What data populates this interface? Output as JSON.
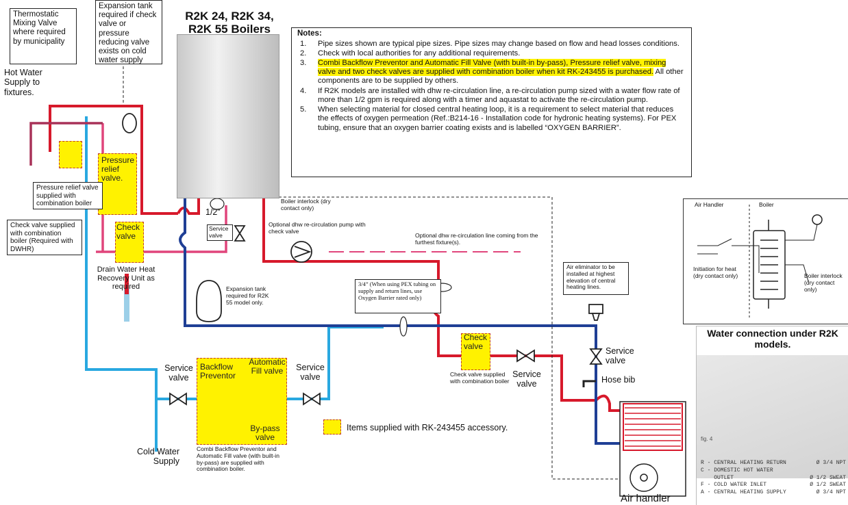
{
  "title": {
    "line1": "R2K 24, R2K 34,",
    "line2": "R2K 55 Boilers"
  },
  "notes": {
    "heading": "Notes:",
    "items": [
      {
        "num": "1.",
        "text": "Pipe sizes shown are typical pipe sizes.  Pipe sizes may change based on flow and head losses conditions."
      },
      {
        "num": "2.",
        "text": "Check with local authorities for any additional requirements."
      },
      {
        "num": "3.",
        "highlight": "Combi Backflow Preventor and Automatic Fill Valve (with built-in by-pass), Pressure relief valve, mixing valve and two check valves are supplied with combination boiler when kit RK-243455 is purchased.",
        "text": "  All other components are to be supplied by others."
      },
      {
        "num": "4.",
        "text": "If R2K models are installed with dhw re-circulation line, a re-circulation pump sized with a water flow rate of more than 1/2 gpm is required along with a timer and aquastat to activate the re-circulation pump."
      },
      {
        "num": "5.",
        "text": "When selecting material for closed central heating loop, it is a requirement to select material that reduces the effects of oxygen permeation (Ref.:B214-16 - Installation code for hydronic heating systems).  For PEX tubing, ensure that an oxygen barrier coating exists and is labelled “OXYGEN BARRIER”."
      }
    ]
  },
  "labels": {
    "thermostatic": "Thermostatic Mixing Valve where required by municipality",
    "expansion_top": "Expansion tank required if check valve or pressure reducing valve exists on cold water supply",
    "hot_water": "Hot Water Supply to fixtures.",
    "pressure_relief_yellow": "Pressure relief valve.",
    "pressure_relief_box": "Pressure relief valve supplied with combination boiler",
    "check_valve_box": "Check valve supplied with combination boiler (Required with DWHR)",
    "check_valve_yellow": "Check valve",
    "drain_water": "Drain Water Heat Recovery Unit as required",
    "half_inch": "1/2”",
    "service_valve_boiler": "Service valve",
    "boiler_interlock": "Boiler interlock (dry contact only)",
    "optional_pump": "Optional dhw re-circulation pump with check valve",
    "optional_line": "Optional dhw re-circulation line coming from the furthest fixture(s).",
    "expansion_r2k55": "Expansion tank required for R2K 55 model only.",
    "pex_note": "3/4” (When using PEX tubing on supply and return lines, use Oxygen Barrier rated only)",
    "air_eliminator": "Air eliminator to be installed at highest elevation of central heating lines.",
    "check_valve_yellow2": "Check valve",
    "check_valve_supplied2": "Check valve supplied with combination boiler",
    "service_valve_mid": "Service valve",
    "service_valve_right": "Service valve",
    "hose_bib": "Hose bib",
    "service_valve_left": "Service valve",
    "backflow": "Backflow Preventor",
    "auto_fill": "Automatic Fill valve",
    "service_valve_fill": "Service valve",
    "bypass": "By-pass valve",
    "legend_items": "Items supplied with RK-243455 accessory.",
    "cold_water": "Cold Water Supply",
    "combi_note": "Combi Backflow Preventor and Automatic Fill valve (with built-in by-pass) are supplied with combination boiler.",
    "air_handler": "Air handler"
  },
  "ah_panel": {
    "air_handler": "Air Handler",
    "boiler": "Boiler",
    "initiation": "Initiation for heat (dry contact only)",
    "boiler_interlock": "Boiler interlock (dry contact only)"
  },
  "water_connection": {
    "title": "Water connection under R2K models.",
    "fig": "fig. 4",
    "legend": [
      {
        "left": "R - CENTRAL HEATING RETURN",
        "right": "Ø 3/4 NPT"
      },
      {
        "left": "C - DOMESTIC HOT WATER",
        "right": ""
      },
      {
        "left": "    OUTLET",
        "right": "Ø 1/2 SWEAT"
      },
      {
        "left": "F - COLD WATER INLET",
        "right": "Ø 1/2 SWEAT"
      },
      {
        "left": "A - CENTRAL HEATING SUPPLY",
        "right": "Ø 3/4 NPT"
      }
    ]
  },
  "colors": {
    "hot": "#d7192b",
    "cold": "#29a8e0",
    "return": "#1f3f95",
    "dhw": "#e0457b",
    "supplied": "#fff200"
  }
}
